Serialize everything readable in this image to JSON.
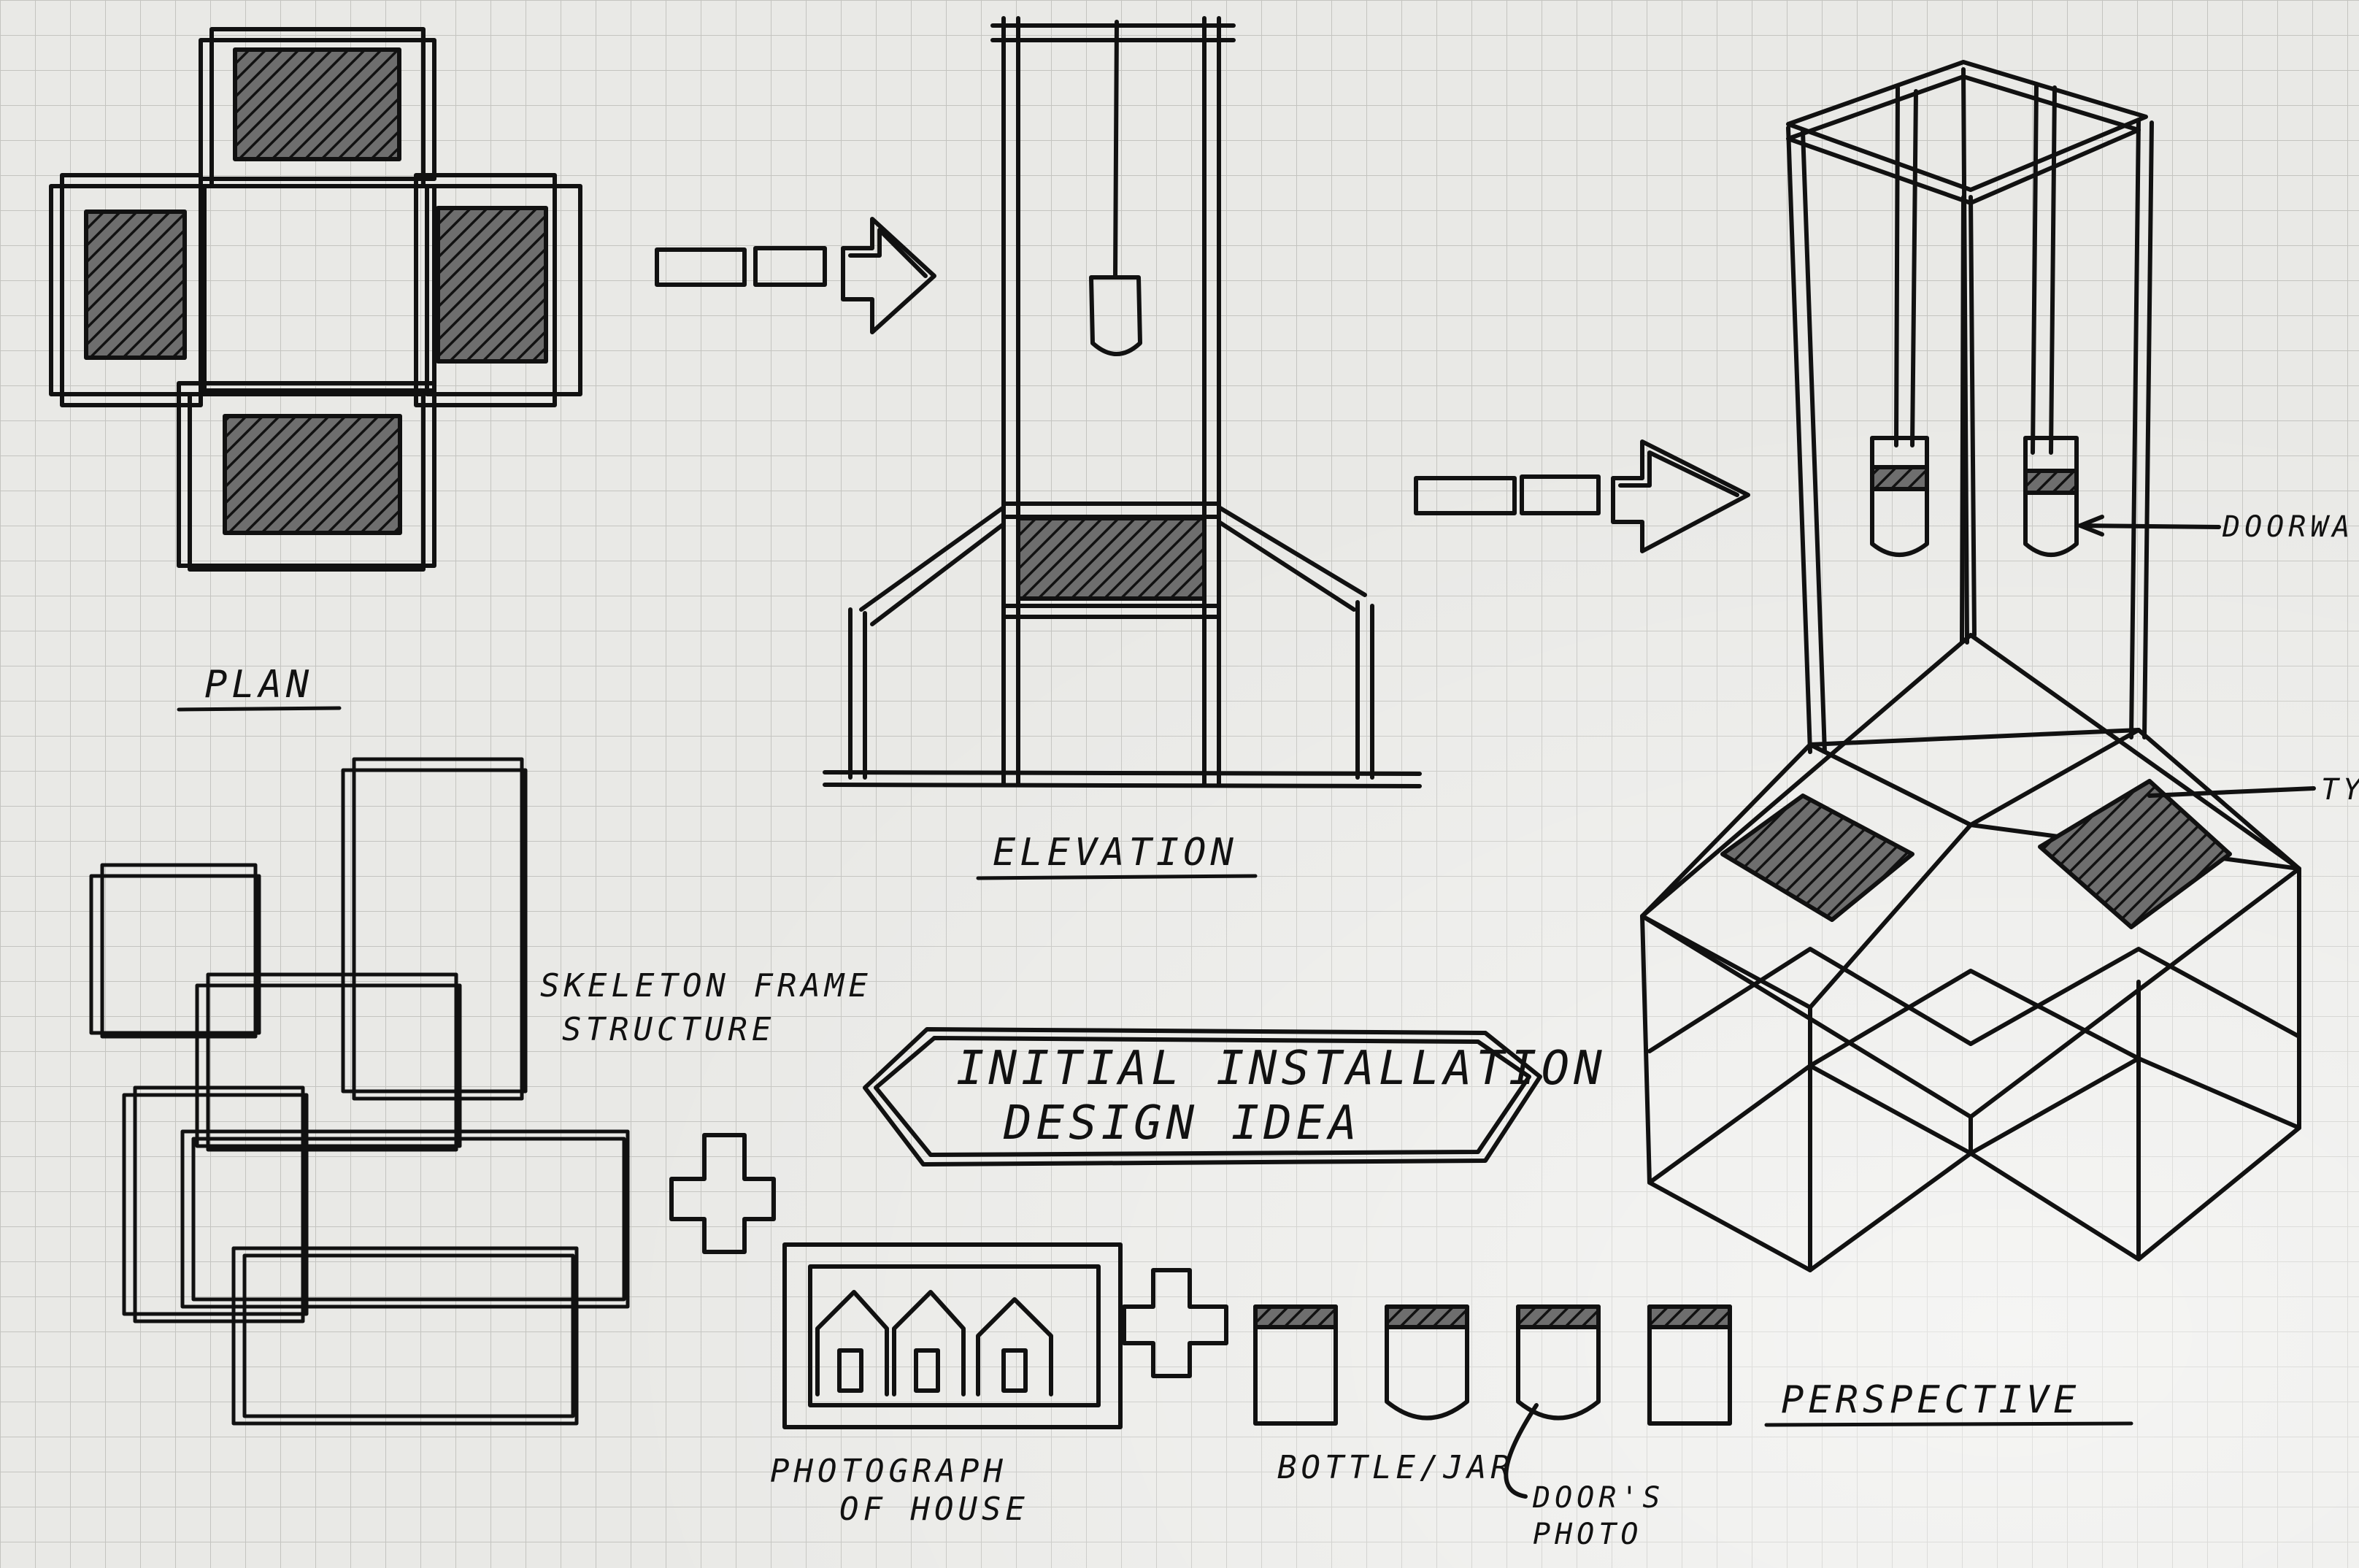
{
  "labels": {
    "plan": "PLAN",
    "elevation": "ELEVATION",
    "skeleton_line1": "SKELETON FRAME",
    "skeleton_line2": "STRUCTURE",
    "title_line1": "INITIAL INSTALLATION",
    "title_line2": "DESIGN IDEA",
    "photo_line1": "PHOTOGRAPH",
    "photo_line2": "OF HOUSE",
    "bottle": "BOTTLE/JAR",
    "doors_line1": "DOOR'S",
    "doors_line2": "PHOTO",
    "perspective": "PERSPECTIVE",
    "doorway_callout": "DOORWA",
    "ty_callout": "TY"
  }
}
